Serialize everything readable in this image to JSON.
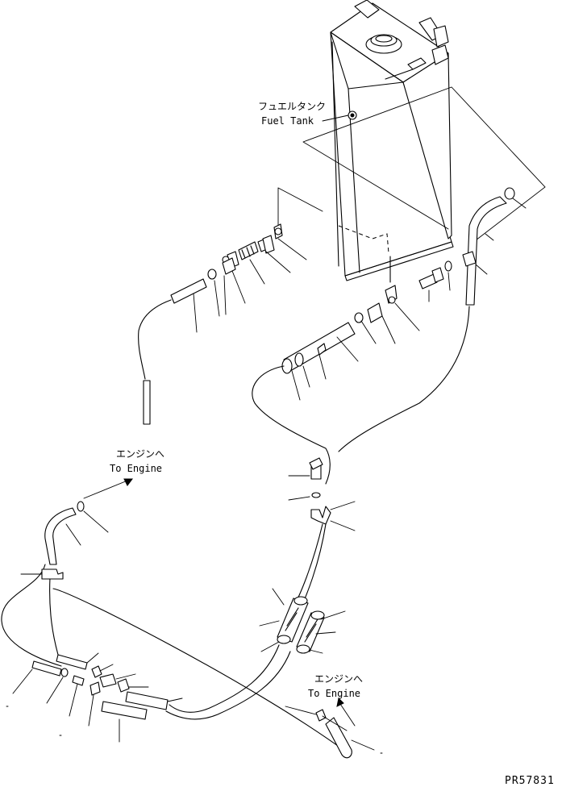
{
  "labels": {
    "fuel_tank_jp": "フュエルタンク",
    "fuel_tank_en": "Fuel Tank",
    "to_engine_top_jp": "エンジンへ",
    "to_engine_top_en": "To Engine",
    "to_engine_bottom_jp": "エンジンへ",
    "to_engine_bottom_en": "To Engine",
    "drawing_code": "PR57831"
  }
}
